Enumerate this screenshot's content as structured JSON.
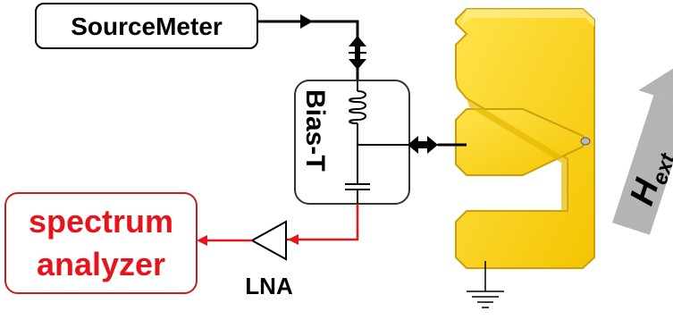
{
  "labels": {
    "source_meter": "SourceMeter",
    "bias_t": "Bias-T",
    "spectrum_line1": "spectrum",
    "spectrum_line2": "analyzer",
    "lna": "LNA",
    "field_main": "H",
    "field_sub": "ext"
  },
  "colors": {
    "wire": "#000000",
    "rf_path": "#e8141c",
    "analyzer_border": "#c41e20",
    "analyzer_text": "#e8141c",
    "electrode_fill": "#fdd20f",
    "electrode_edge": "#c9a00a",
    "field_arrow": "#b4b4b4",
    "box_border": "#333333"
  },
  "icons": {
    "inductor": "inductor-coil-icon",
    "capacitor": "capacitor-icon",
    "amplifier": "amplifier-triangle-icon",
    "ground": "ground-icon",
    "connector": "rf-connector-icon",
    "field": "field-arrow-icon"
  }
}
